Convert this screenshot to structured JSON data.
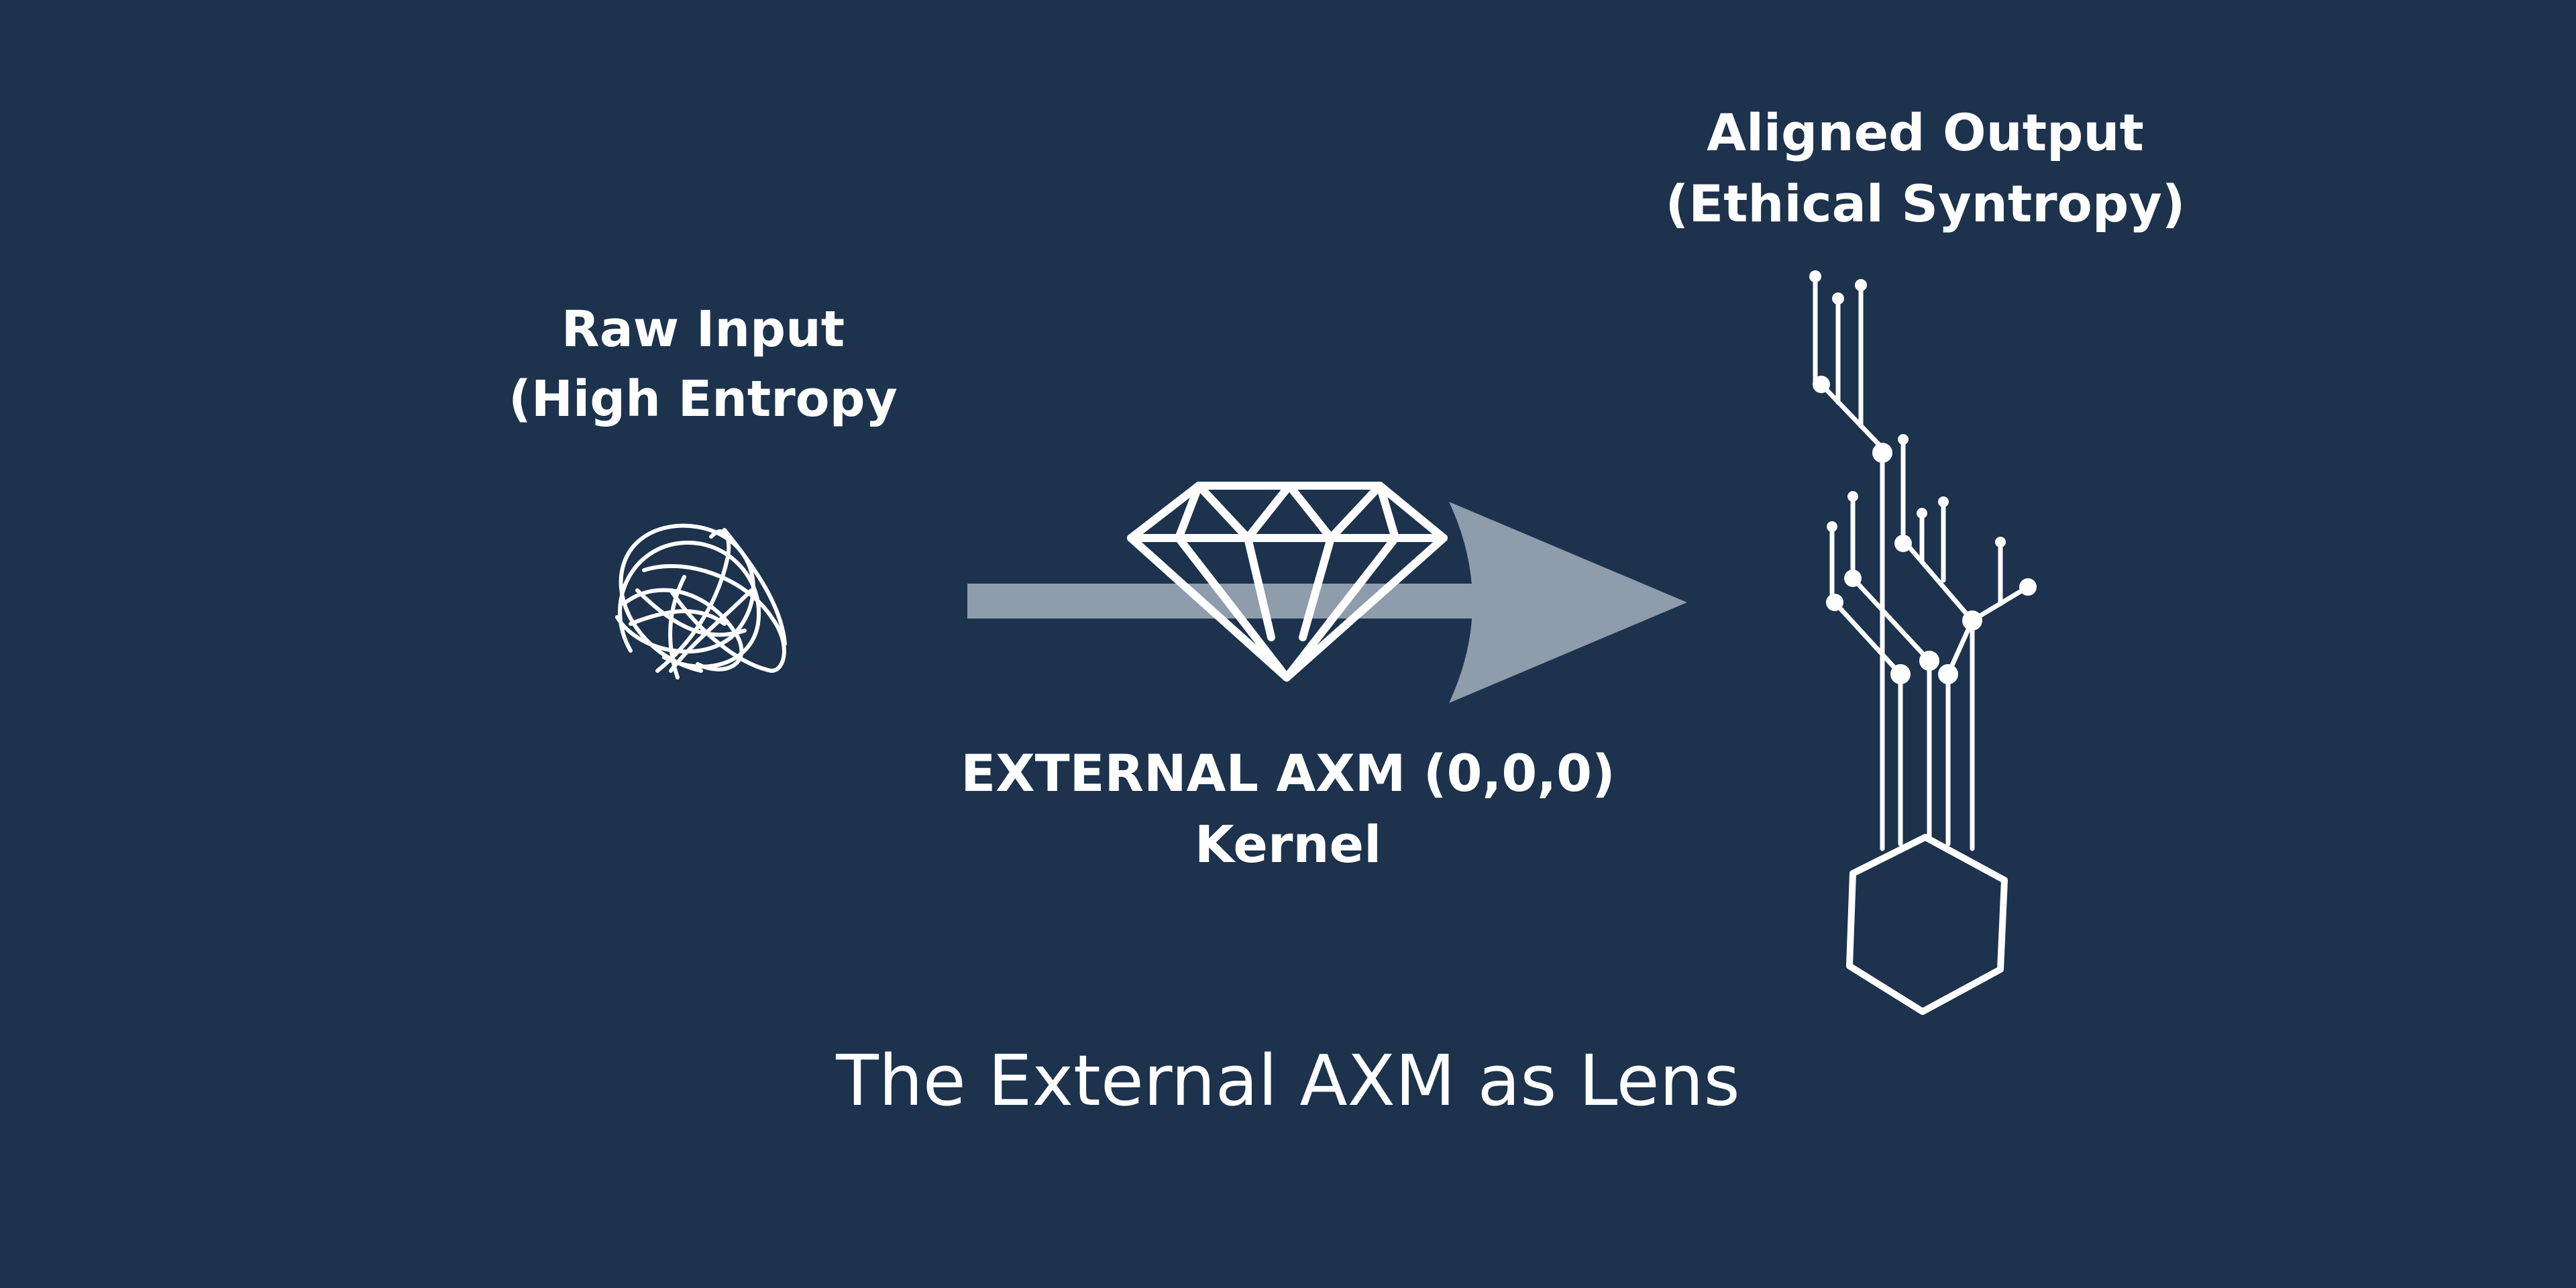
{
  "diagram": {
    "input": {
      "line1": "Raw Input",
      "line2": "(High Entropy"
    },
    "output": {
      "line1": "Aligned Output",
      "line2": "(Ethical Syntropy)"
    },
    "kernel": {
      "line1": "EXTERNAL AXM (0,0,0)",
      "line2": "Kernel"
    },
    "caption": "The External AXM as Lens"
  },
  "colors": {
    "background": "#1c324d",
    "arrow": "#8e9cab",
    "foreground": "#ffffff"
  },
  "icons": {
    "input": "scribble-icon",
    "lens": "diamond-icon",
    "flow": "arrow-icon",
    "output": "circuit-tree-icon",
    "base": "hexagon-icon"
  }
}
